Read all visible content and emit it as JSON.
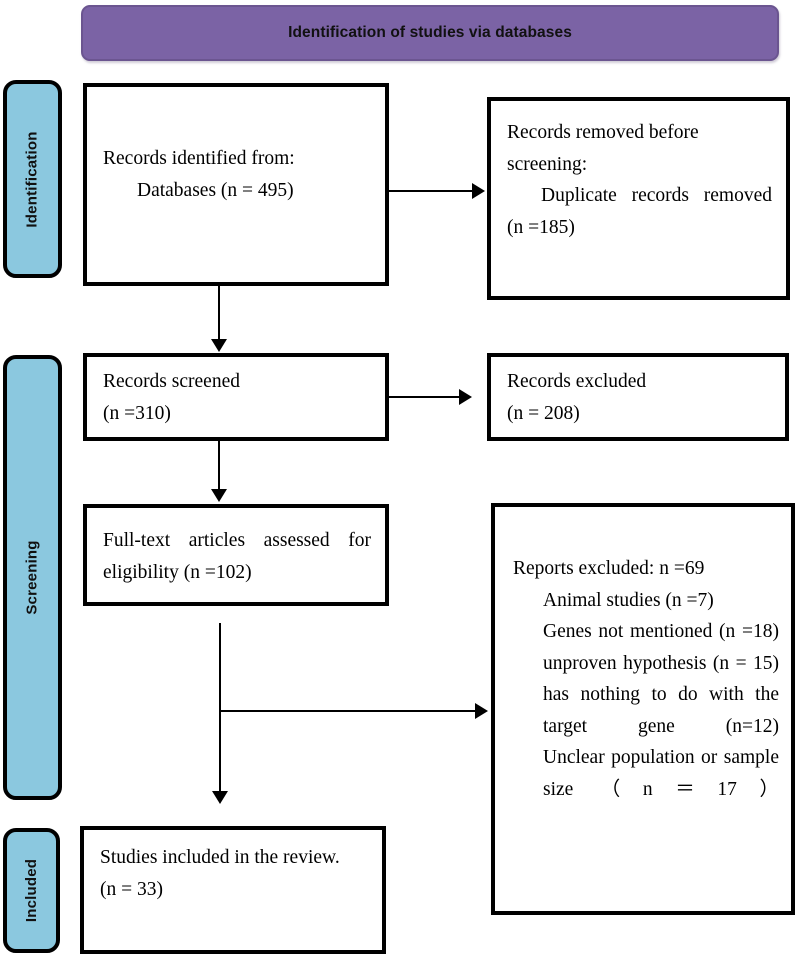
{
  "banner": {
    "title": "Identification of studies via databases",
    "color": "#7b63a5"
  },
  "stages": {
    "color": "#8bc8df",
    "items": [
      {
        "id": "identification",
        "label": "Identification"
      },
      {
        "id": "screening",
        "label": "Screening"
      },
      {
        "id": "included",
        "label": "Included"
      }
    ]
  },
  "boxes": {
    "records_identified": {
      "line1": "Records identified from:",
      "line2": "Databases (n = 495)"
    },
    "records_removed": {
      "line1": "Records removed before",
      "line2": "screening:",
      "line3": "Duplicate records removed",
      "line4": "(n =185)"
    },
    "records_screened": {
      "line1": "Records screened",
      "line2": "(n =310)"
    },
    "records_excluded": {
      "line1": "Records excluded",
      "line2": "(n = 208)"
    },
    "fulltext_assessed": {
      "line1": "Full-text articles assessed for",
      "line2": "eligibility (n =102)"
    },
    "reports_excluded": {
      "heading": "Reports excluded: n =69",
      "reasons": [
        "Animal studies (n =7)",
        "Genes not mentioned (n =18)",
        "unproven hypothesis (n = 15)",
        "has nothing to do with the target gene (n=12)",
        "Unclear population or sample size （n＝17）"
      ]
    },
    "studies_included": {
      "line1": "Studies included in the review.",
      "line2": "(n = 33)"
    }
  },
  "connectors": {
    "identified_to_removed": "arrow-right",
    "identified_to_screened": "arrow-down",
    "screened_to_excluded": "arrow-right",
    "screened_to_fulltext": "arrow-down",
    "fulltext_to_reports_excluded": "arrow-right",
    "fulltext_to_included": "arrow-down"
  }
}
